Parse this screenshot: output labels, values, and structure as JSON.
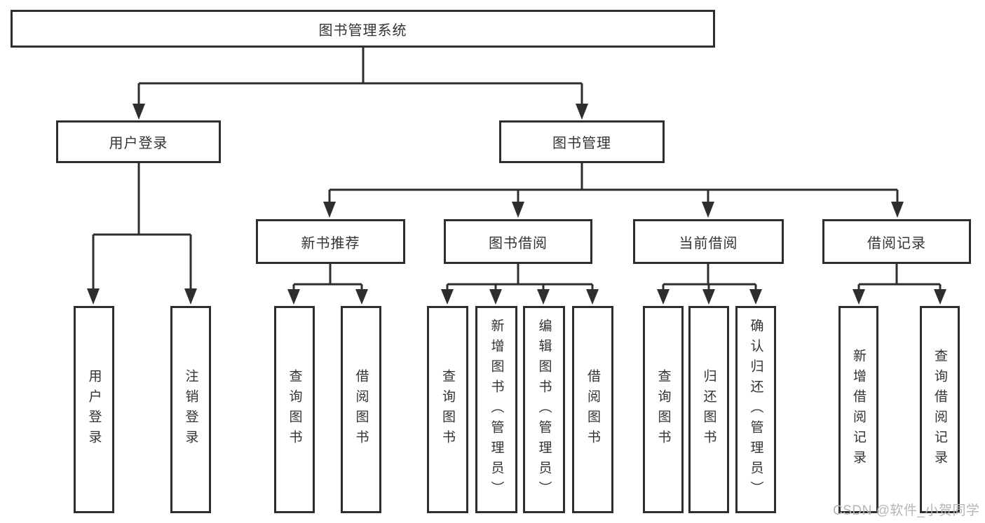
{
  "diagram": {
    "root": {
      "label": "图书管理系统"
    },
    "level2": {
      "user_login": {
        "label": "用户登录",
        "children": [
          "用户登录",
          "注销登录"
        ]
      },
      "book_mgmt": {
        "label": "图书管理"
      }
    },
    "level3": {
      "new_books": {
        "label": "新书推荐",
        "children": [
          "查询图书",
          "借阅图书"
        ]
      },
      "borrow": {
        "label": "图书借阅",
        "children": [
          "查询图书",
          "新增图书（管理员）",
          "编辑图书（管理员）",
          "借阅图书"
        ]
      },
      "current": {
        "label": "当前借阅",
        "children": [
          "查询图书",
          "归还图书",
          "确认归还（管理员）"
        ]
      },
      "records": {
        "label": "借阅记录",
        "children": [
          "新增借阅记录",
          "查询借阅记录"
        ]
      }
    }
  },
  "watermark": {
    "text": "CSDN @软件_小贺同学",
    "color": "#b5b5b5"
  },
  "colors": {
    "line": "#2e2e2e",
    "box_border": "#2e2e2e",
    "text": "#333333",
    "background": "#ffffff"
  }
}
